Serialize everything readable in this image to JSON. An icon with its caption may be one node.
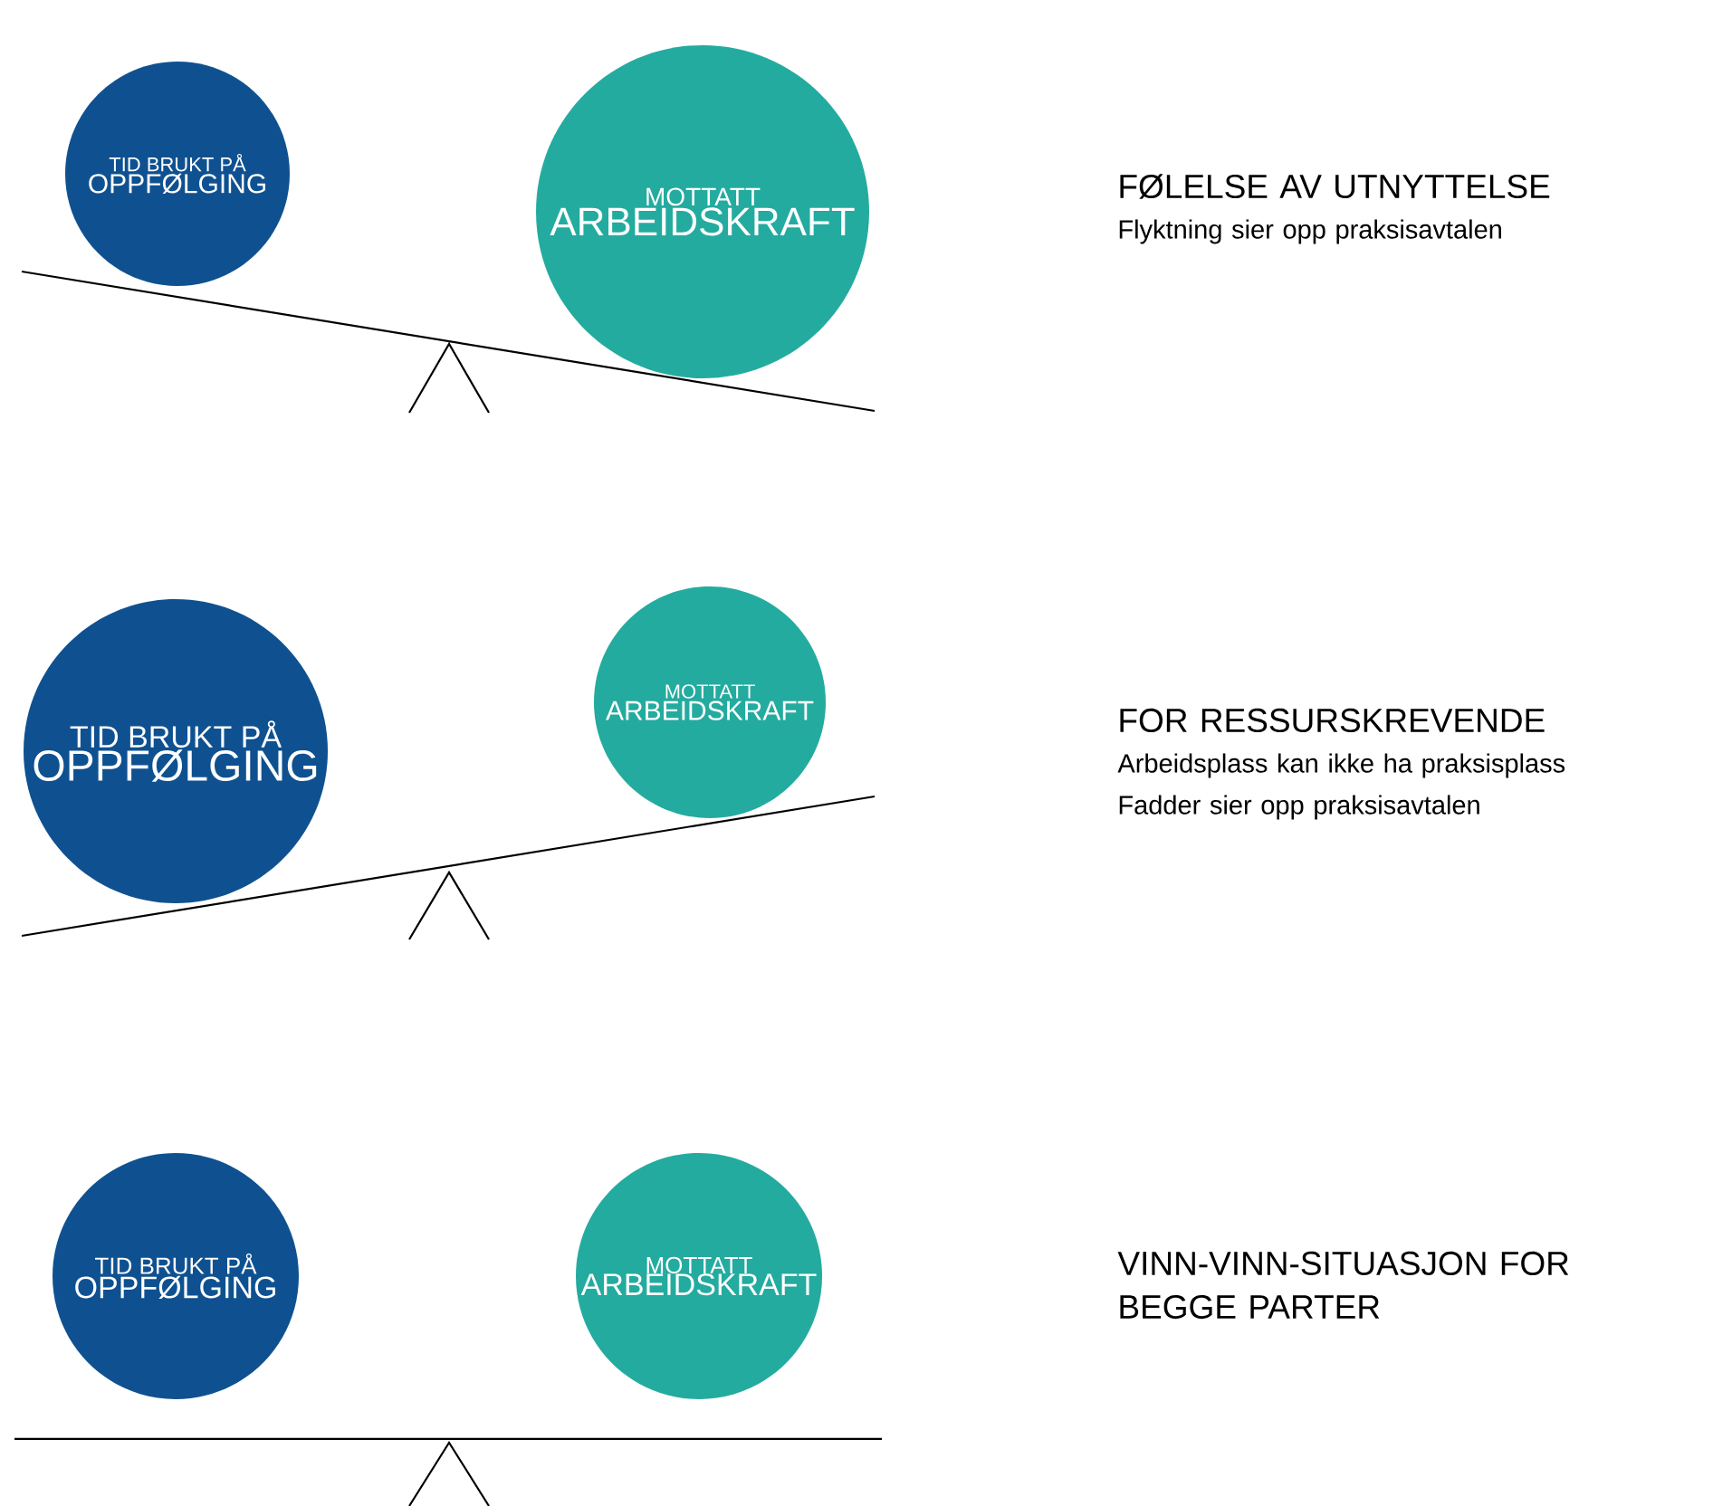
{
  "diagram": {
    "nodes": [
      {
        "text": [
          "TID BRUKT PÅ",
          "OPPFØLGING"
        ]
      },
      {
        "text": [
          "MOTTATT",
          "ARBEIDSKRAFT"
        ]
      },
      {
        "text": [
          "TID BRUKT PÅ",
          "OPPFØLGING"
        ]
      },
      {
        "text": [
          "MOTTATT",
          "ARBEIDSKRAFT"
        ]
      },
      {
        "text": [
          "TID BRUKT PÅ",
          "OPPFØLGING"
        ]
      },
      {
        "text": [
          "MOTTATT",
          "ARBEIDSKRAFT"
        ]
      }
    ],
    "labels": [
      "FØLELSE AV UTNYTTELSE",
      "Flyktning sier opp praksisavtalen",
      "FOR RESSURSKREVENDE",
      "Arbeidsplass kan ikke ha praksisplass",
      "Fadder sier opp praksisavtalen",
      "VINN-VINN-SITUASJON FOR BEGGE PARTER"
    ]
  }
}
